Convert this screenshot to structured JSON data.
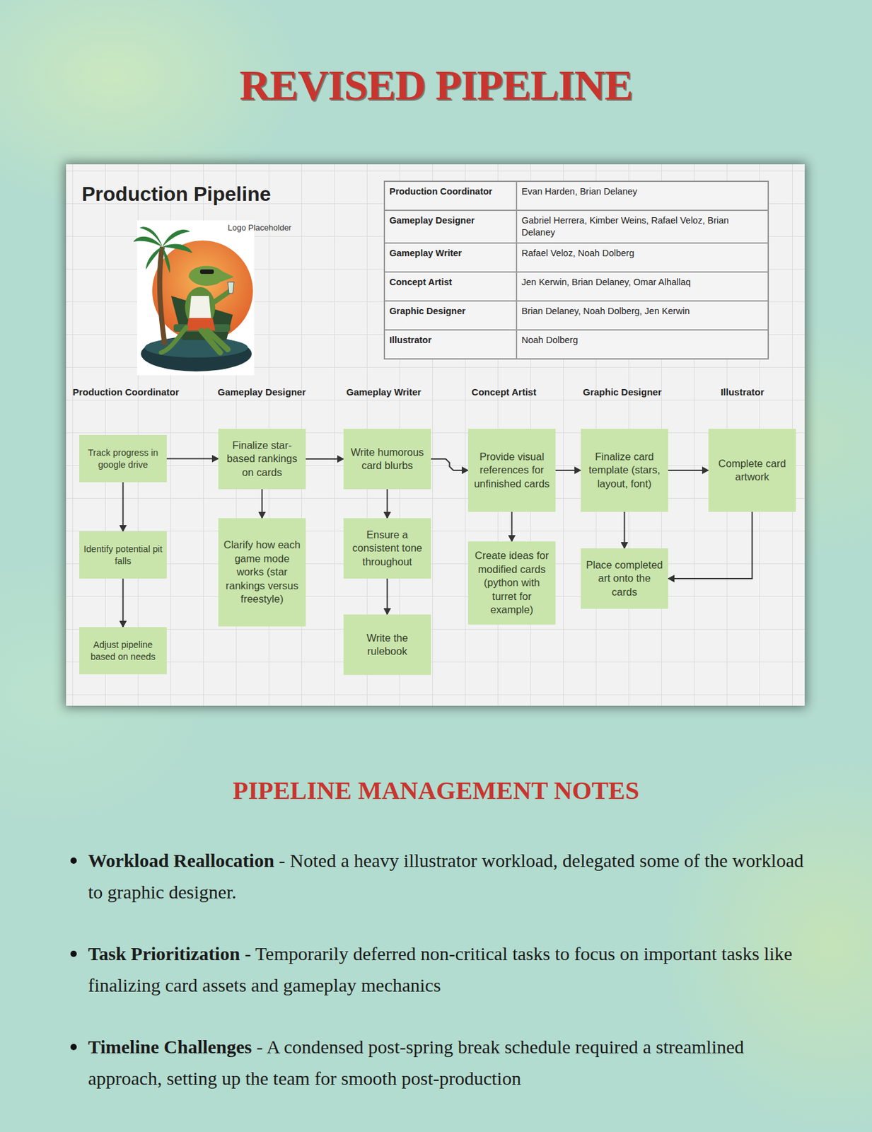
{
  "diagram": {
    "title": "REVISED PIPELINE",
    "nodes": [
      {
        "text": [
          "Track progress in google drive"
        ]
      },
      {
        "text": [
          "Identify potential pit falls"
        ]
      },
      {
        "text": [
          "Adjust pipeline based on needs"
        ]
      },
      {
        "text": [
          "Finalize star-based rankings on cards"
        ]
      },
      {
        "text": [
          "Clarify how each game mode works (star rankings versus freestyle)"
        ]
      },
      {
        "text": [
          "Write humorous card blurbs"
        ]
      },
      {
        "text": [
          "Ensure a consistent tone throughout"
        ]
      },
      {
        "text": [
          "Write the rulebook"
        ]
      },
      {
        "text": [
          "Provide visual references for unfinished cards"
        ]
      },
      {
        "text": [
          "Create ideas for modified cards (python with turret for example)"
        ]
      },
      {
        "text": [
          "Finalize card template (stars, layout, font)"
        ]
      },
      {
        "text": [
          "Place completed art onto the cards"
        ]
      },
      {
        "text": [
          "Complete card artwork"
        ]
      }
    ],
    "edges": [
      {
        "from": 0,
        "to": 3,
        "arrow": "to"
      },
      {
        "from": 0,
        "to": 1,
        "arrow": "to"
      },
      {
        "from": 1,
        "to": 2,
        "arrow": "to"
      },
      {
        "from": 3,
        "to": 4,
        "arrow": "to"
      },
      {
        "from": 3,
        "to": 5,
        "arrow": "to"
      },
      {
        "from": 5,
        "to": 6,
        "arrow": "to"
      },
      {
        "from": 6,
        "to": 7,
        "arrow": "to"
      },
      {
        "from": 5,
        "to": 8,
        "arrow": "to"
      },
      {
        "from": 8,
        "to": 9,
        "arrow": "to"
      },
      {
        "from": 8,
        "to": 10,
        "arrow": "to"
      },
      {
        "from": 10,
        "to": 11,
        "arrow": "to"
      },
      {
        "from": 10,
        "to": 12,
        "arrow": "to"
      },
      {
        "from": 12,
        "to": 11,
        "arrow": "to"
      }
    ],
    "labels": [
      "Production Pipeline",
      "Logo Placeholder",
      "Production Coordinator",
      "Evan Harden, Brian Delaney",
      "Gameplay Designer",
      "Gabriel Herrera, Kimber Weins, Rafael Veloz, Brian Delaney",
      "Gameplay Writer",
      "Rafael Veloz, Noah Dolberg",
      "Concept Artist",
      "Jen Kerwin, Brian Delaney, Omar Alhallaq",
      "Graphic Designer",
      "Brian Delaney, Noah Dolberg, Jen Kerwin",
      "Illustrator",
      "Noah Dolberg",
      "Production Coordinator",
      "Gameplay Designer",
      "Gameplay Writer",
      "Concept Artist",
      "Graphic Designer",
      "Illustrator",
      "PIPELINE MANAGEMENT NOTES",
      "Workload Reallocation",
      "- Noted a heavy illustrator workload, delegated some of the workload to graphic designer.",
      "Task Prioritization",
      "- Temporarily deferred non-critical tasks to focus on important tasks like finalizing card assets and gameplay mechanics",
      "Timeline Challenges",
      "- A condensed post-spring break schedule required a streamlined approach, setting up the team for smooth post-production"
    ]
  }
}
